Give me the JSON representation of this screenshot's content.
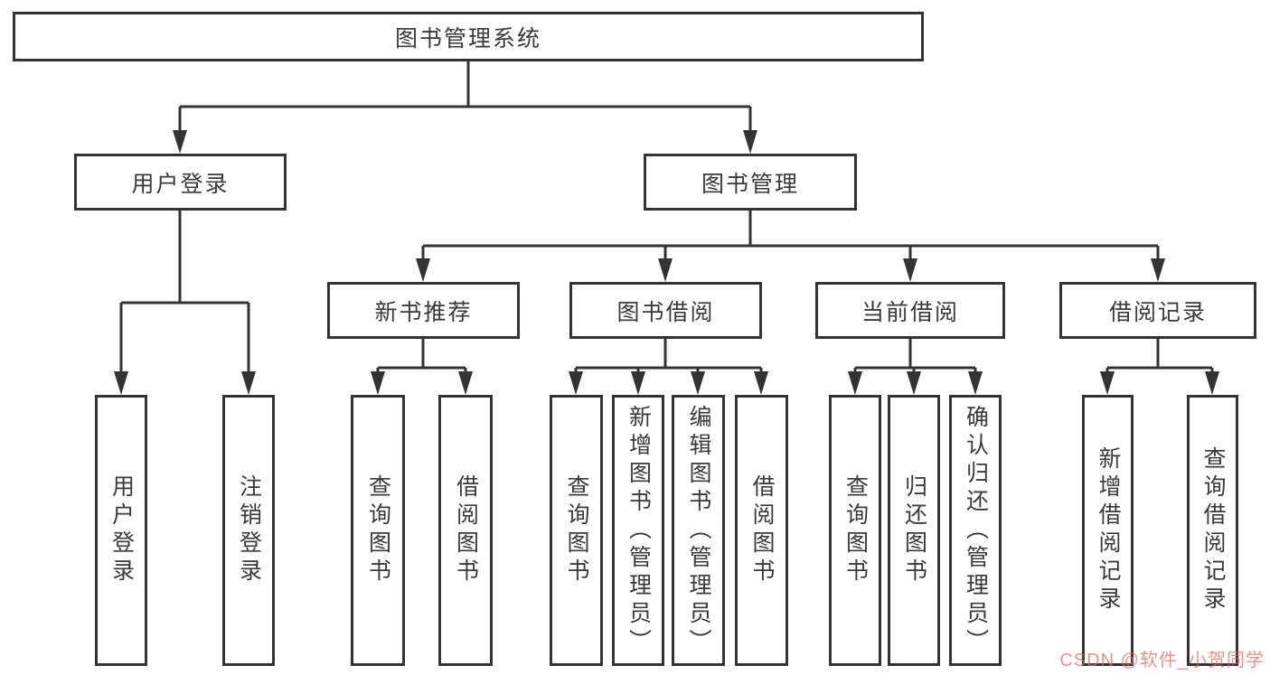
{
  "diagram": {
    "root_label": "图书管理系统",
    "user_branch": {
      "label": "用户登录",
      "children": [
        {
          "label": "用户登录"
        },
        {
          "label": "注销登录"
        }
      ]
    },
    "book_branch": {
      "label": "图书管理",
      "sections": [
        {
          "label": "新书推荐",
          "children": [
            {
              "label": "查询图书"
            },
            {
              "label": "借阅图书"
            }
          ]
        },
        {
          "label": "图书借阅",
          "children": [
            {
              "label": "查询图书"
            },
            {
              "label": "新增图书（管理员）"
            },
            {
              "label": "编辑图书（管理员）"
            },
            {
              "label": "借阅图书"
            }
          ]
        },
        {
          "label": "当前借阅",
          "children": [
            {
              "label": "查询图书"
            },
            {
              "label": "归还图书"
            },
            {
              "label": "确认归还（管理员）"
            }
          ]
        },
        {
          "label": "借阅记录",
          "children": [
            {
              "label": "新增借阅记录"
            },
            {
              "label": "查询借阅记录"
            }
          ]
        }
      ]
    }
  },
  "colors": {
    "line": "#333333",
    "node_text": "#3a3a3a",
    "watermark": "#e0685c",
    "background": "#ffffff"
  },
  "watermark": {
    "text": "CSDN @软件_小贺同学"
  }
}
